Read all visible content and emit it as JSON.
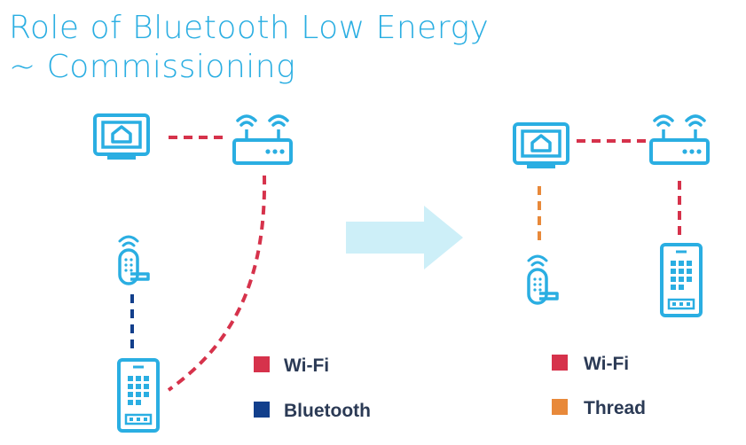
{
  "title": {
    "line1": "Role of Bluetooth Low Energy",
    "line2": "~ Commissioning"
  },
  "legend_left": [
    {
      "label": "Wi-Fi",
      "color": "#d6324b"
    },
    {
      "label": "Bluetooth",
      "color": "#123f8c"
    }
  ],
  "legend_right": [
    {
      "label": "Wi-Fi",
      "color": "#d6324b"
    },
    {
      "label": "Thread",
      "color": "#e8893a"
    }
  ],
  "colors": {
    "icon": "#2aaee2",
    "arrow": "#cdeff8",
    "wifi_link": "#d6324b",
    "bluetooth_link": "#123f8c",
    "thread_link": "#e8893a"
  },
  "icons": [
    "hub-icon",
    "router-icon",
    "smart-lock-icon",
    "phone-icon"
  ]
}
